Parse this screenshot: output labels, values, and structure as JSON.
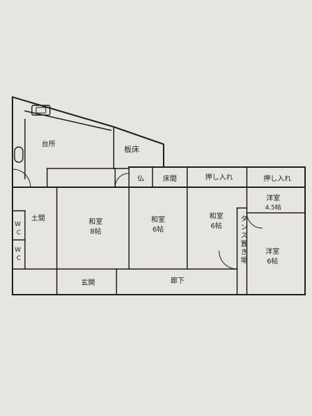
{
  "floor_plan": {
    "rooms": {
      "kitchen": "台所",
      "board_floor": "板床",
      "butsuma": "仏",
      "tokonoma": "床間",
      "closet_1": "押し入れ",
      "closet_2": "押し入れ",
      "doma": "土間",
      "wc_1": "W\nC",
      "wc_2": "W\nC",
      "washitsu_8": {
        "name": "和室",
        "size": "8帖"
      },
      "washitsu_6a": {
        "name": "和室",
        "size": "6帖"
      },
      "washitsu_6b": {
        "name": "和室",
        "size": "6帖"
      },
      "youshitsu_45": {
        "name": "洋室",
        "size": "4.5帖"
      },
      "youshitsu_6": {
        "name": "洋室",
        "size": "6帖"
      },
      "tansu_space": "タンス置き場",
      "entrance": "玄関",
      "corridor": "廊下"
    }
  }
}
